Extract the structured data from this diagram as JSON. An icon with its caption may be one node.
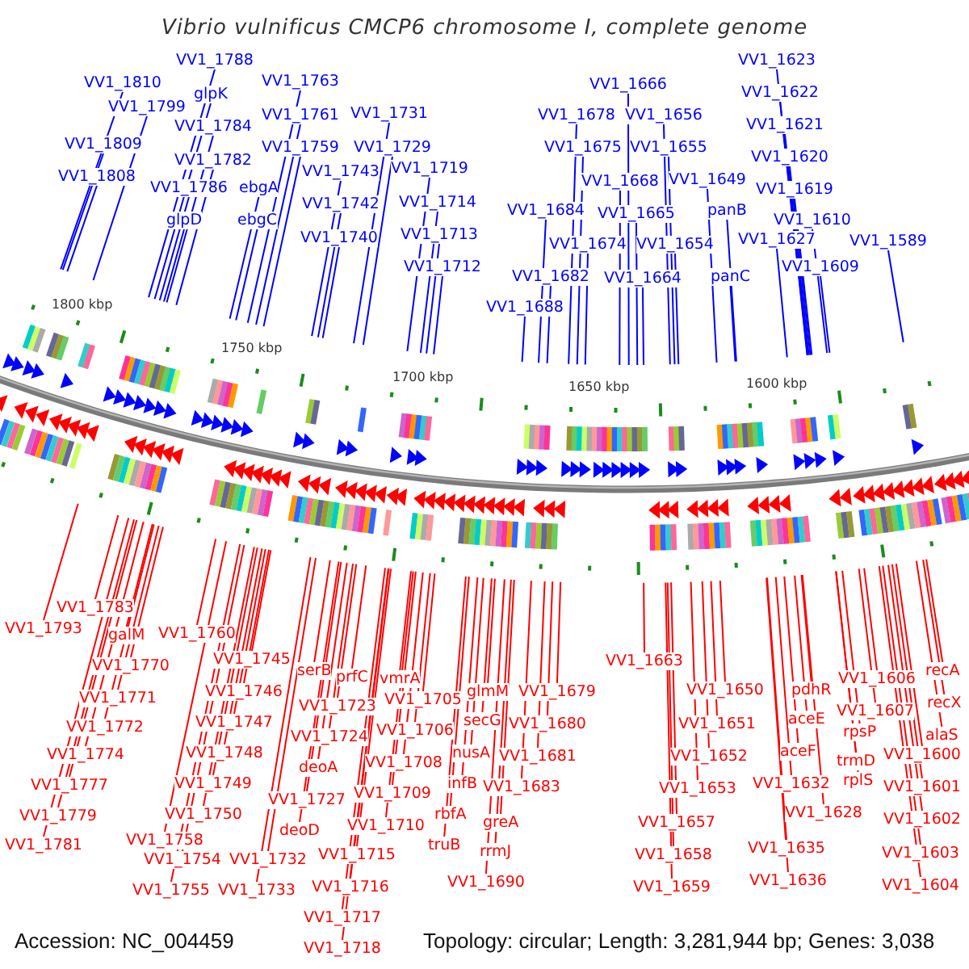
{
  "diagram": {
    "title": "Vibrio vulnificus CMCP6 chromosome I, complete genome",
    "nodes": [
      {
        "text": [
          "VV1_1788"
        ]
      },
      {
        "text": [
          "VV1_1810"
        ]
      },
      {
        "text": [
          "glpK"
        ]
      },
      {
        "text": [
          "VV1_1763"
        ]
      },
      {
        "text": [
          "VV1_1799"
        ]
      },
      {
        "text": [
          "VV1_1784"
        ]
      },
      {
        "text": [
          "VV1_1761"
        ]
      },
      {
        "text": [
          "VV1_1731"
        ]
      },
      {
        "text": [
          "VV1_1809"
        ]
      },
      {
        "text": [
          "VV1_1782"
        ]
      },
      {
        "text": [
          "VV1_1759"
        ]
      },
      {
        "text": [
          "VV1_1729"
        ]
      },
      {
        "text": [
          "VV1_1808"
        ]
      },
      {
        "text": [
          "VV1_1786"
        ]
      },
      {
        "text": [
          "ebgA"
        ]
      },
      {
        "text": [
          "VV1_1743"
        ]
      },
      {
        "text": [
          "VV1_1719"
        ]
      },
      {
        "text": [
          "glpD"
        ]
      },
      {
        "text": [
          "ebgC"
        ]
      },
      {
        "text": [
          "VV1_1742"
        ]
      },
      {
        "text": [
          "VV1_1714"
        ]
      },
      {
        "text": [
          "VV1_1740"
        ]
      },
      {
        "text": [
          "VV1_1713"
        ]
      },
      {
        "text": [
          "VV1_1712"
        ]
      },
      {
        "text": [
          "VV1_1623"
        ]
      },
      {
        "text": [
          "VV1_1666"
        ]
      },
      {
        "text": [
          "VV1_1622"
        ]
      },
      {
        "text": [
          "VV1_1678"
        ]
      },
      {
        "text": [
          "VV1_1656"
        ]
      },
      {
        "text": [
          "VV1_1621"
        ]
      },
      {
        "text": [
          "VV1_1675"
        ]
      },
      {
        "text": [
          "VV1_1655"
        ]
      },
      {
        "text": [
          "VV1_1620"
        ]
      },
      {
        "text": [
          "VV1_1668"
        ]
      },
      {
        "text": [
          "VV1_1649"
        ]
      },
      {
        "text": [
          "VV1_1619"
        ]
      },
      {
        "text": [
          "VV1_1684"
        ]
      },
      {
        "text": [
          "VV1_1665"
        ]
      },
      {
        "text": [
          "panB"
        ]
      },
      {
        "text": [
          "VV1_1610"
        ]
      },
      {
        "text": [
          "VV1_1627"
        ]
      },
      {
        "text": [
          "VV1_1589"
        ]
      },
      {
        "text": [
          "VV1_1674"
        ]
      },
      {
        "text": [
          "VV1_1654"
        ]
      },
      {
        "text": [
          "VV1_1682"
        ]
      },
      {
        "text": [
          "VV1_1664"
        ]
      },
      {
        "text": [
          "panC"
        ]
      },
      {
        "text": [
          "VV1_1609"
        ]
      },
      {
        "text": [
          "VV1_1688"
        ]
      },
      {
        "text": [
          "VV1_1783"
        ]
      },
      {
        "text": [
          "VV1_1793"
        ]
      },
      {
        "text": [
          "galM"
        ]
      },
      {
        "text": [
          "VV1_1760"
        ]
      },
      {
        "text": [
          "VV1_1770"
        ]
      },
      {
        "text": [
          "VV1_1745"
        ]
      },
      {
        "text": [
          "VV1_1771"
        ]
      },
      {
        "text": [
          "VV1_1746"
        ]
      },
      {
        "text": [
          "VV1_1772"
        ]
      },
      {
        "text": [
          "VV1_1747"
        ]
      },
      {
        "text": [
          "VV1_1774"
        ]
      },
      {
        "text": [
          "VV1_1748"
        ]
      },
      {
        "text": [
          "VV1_1777"
        ]
      },
      {
        "text": [
          "VV1_1749"
        ]
      },
      {
        "text": [
          "VV1_1779"
        ]
      },
      {
        "text": [
          "VV1_1750"
        ]
      },
      {
        "text": [
          "VV1_1781"
        ]
      },
      {
        "text": [
          "VV1_1758"
        ]
      },
      {
        "text": [
          "VV1_1754"
        ]
      },
      {
        "text": [
          "VV1_1732"
        ]
      },
      {
        "text": [
          "VV1_1755"
        ]
      },
      {
        "text": [
          "VV1_1733"
        ]
      },
      {
        "text": [
          "serB"
        ]
      },
      {
        "text": [
          "prfC"
        ]
      },
      {
        "text": [
          "vmrA"
        ]
      },
      {
        "text": [
          "VV1_1723"
        ]
      },
      {
        "text": [
          "VV1_1705"
        ]
      },
      {
        "text": [
          "glmM"
        ]
      },
      {
        "text": [
          "VV1_1679"
        ]
      },
      {
        "text": [
          "VV1_1724"
        ]
      },
      {
        "text": [
          "VV1_1706"
        ]
      },
      {
        "text": [
          "secG"
        ]
      },
      {
        "text": [
          "VV1_1680"
        ]
      },
      {
        "text": [
          "deoA"
        ]
      },
      {
        "text": [
          "nusA"
        ]
      },
      {
        "text": [
          "VV1_1681"
        ]
      },
      {
        "text": [
          "VV1_1708"
        ]
      },
      {
        "text": [
          "VV1_1727"
        ]
      },
      {
        "text": [
          "VV1_1709"
        ]
      },
      {
        "text": [
          "infB"
        ]
      },
      {
        "text": [
          "VV1_1683"
        ]
      },
      {
        "text": [
          "deoD"
        ]
      },
      {
        "text": [
          "rbfA"
        ]
      },
      {
        "text": [
          "VV1_1710"
        ]
      },
      {
        "text": [
          "greA"
        ]
      },
      {
        "text": [
          "VV1_1715"
        ]
      },
      {
        "text": [
          "truB"
        ]
      },
      {
        "text": [
          "rrmJ"
        ]
      },
      {
        "text": [
          "VV1_1716"
        ]
      },
      {
        "text": [
          "VV1_1690"
        ]
      },
      {
        "text": [
          "VV1_1717"
        ]
      },
      {
        "text": [
          "VV1_1718"
        ]
      },
      {
        "text": [
          "VV1_1663"
        ]
      },
      {
        "text": [
          "VV1_1606"
        ]
      },
      {
        "text": [
          "recA"
        ]
      },
      {
        "text": [
          "VV1_1650"
        ]
      },
      {
        "text": [
          "pdhR"
        ]
      },
      {
        "text": [
          "VV1_1607"
        ]
      },
      {
        "text": [
          "recX"
        ]
      },
      {
        "text": [
          "aceE"
        ]
      },
      {
        "text": [
          "VV1_1651"
        ]
      },
      {
        "text": [
          "rpsP"
        ]
      },
      {
        "text": [
          "alaS"
        ]
      },
      {
        "text": [
          "VV1_1652"
        ]
      },
      {
        "text": [
          "aceF"
        ]
      },
      {
        "text": [
          "VV1_1600"
        ]
      },
      {
        "text": [
          "trmD"
        ]
      },
      {
        "text": [
          "rplS"
        ]
      },
      {
        "text": [
          "VV1_1653"
        ]
      },
      {
        "text": [
          "VV1_1632"
        ]
      },
      {
        "text": [
          "VV1_1601"
        ]
      },
      {
        "text": [
          "VV1_1657"
        ]
      },
      {
        "text": [
          "VV1_1628"
        ]
      },
      {
        "text": [
          "VV1_1602"
        ]
      },
      {
        "text": [
          "VV1_1658"
        ]
      },
      {
        "text": [
          "VV1_1635"
        ]
      },
      {
        "text": [
          "VV1_1603"
        ]
      },
      {
        "text": [
          "VV1_1659"
        ]
      },
      {
        "text": [
          "VV1_1636"
        ]
      },
      {
        "text": [
          "VV1_1604"
        ]
      }
    ],
    "edges": [
      {
        "from": 0,
        "to": null,
        "arrow": "none",
        "color": "#0000ff"
      },
      {
        "from": 1,
        "to": null,
        "arrow": "none",
        "color": "#0000ff"
      },
      {
        "from": 2,
        "to": null,
        "arrow": "none",
        "color": "#0000ff"
      },
      {
        "from": 3,
        "to": null,
        "arrow": "none",
        "color": "#0000ff"
      },
      {
        "from": 4,
        "to": null,
        "arrow": "none",
        "color": "#0000ff"
      },
      {
        "from": 5,
        "to": null,
        "arrow": "none",
        "color": "#0000ff"
      },
      {
        "from": 6,
        "to": null,
        "arrow": "none",
        "color": "#0000ff"
      },
      {
        "from": 7,
        "to": null,
        "arrow": "none",
        "color": "#0000ff"
      },
      {
        "from": 8,
        "to": null,
        "arrow": "none",
        "color": "#0000ff"
      },
      {
        "from": 9,
        "to": null,
        "arrow": "none",
        "color": "#0000ff"
      },
      {
        "from": 10,
        "to": null,
        "arrow": "none",
        "color": "#0000ff"
      },
      {
        "from": 11,
        "to": null,
        "arrow": "none",
        "color": "#0000ff"
      },
      {
        "from": 12,
        "to": null,
        "arrow": "none",
        "color": "#0000ff"
      },
      {
        "from": 13,
        "to": null,
        "arrow": "none",
        "color": "#0000ff"
      },
      {
        "from": 14,
        "to": null,
        "arrow": "none",
        "color": "#0000ff"
      },
      {
        "from": 15,
        "to": null,
        "arrow": "none",
        "color": "#0000ff"
      },
      {
        "from": 16,
        "to": null,
        "arrow": "none",
        "color": "#0000ff"
      },
      {
        "from": 17,
        "to": null,
        "arrow": "none",
        "color": "#0000ff"
      },
      {
        "from": 18,
        "to": null,
        "arrow": "none",
        "color": "#0000ff"
      },
      {
        "from": 19,
        "to": null,
        "arrow": "none",
        "color": "#0000ff"
      },
      {
        "from": 20,
        "to": null,
        "arrow": "none",
        "color": "#0000ff"
      },
      {
        "from": 21,
        "to": null,
        "arrow": "none",
        "color": "#0000ff"
      },
      {
        "from": 22,
        "to": null,
        "arrow": "none",
        "color": "#0000ff"
      },
      {
        "from": 23,
        "to": null,
        "arrow": "none",
        "color": "#0000ff"
      },
      {
        "from": 24,
        "to": null,
        "arrow": "none",
        "color": "#0000ff"
      },
      {
        "from": 25,
        "to": null,
        "arrow": "none",
        "color": "#0000ff"
      },
      {
        "from": 26,
        "to": null,
        "arrow": "none",
        "color": "#0000ff"
      },
      {
        "from": 27,
        "to": null,
        "arrow": "none",
        "color": "#0000ff"
      },
      {
        "from": 28,
        "to": null,
        "arrow": "none",
        "color": "#0000ff"
      },
      {
        "from": 29,
        "to": null,
        "arrow": "none",
        "color": "#0000ff"
      },
      {
        "from": 30,
        "to": null,
        "arrow": "none",
        "color": "#0000ff"
      },
      {
        "from": 31,
        "to": null,
        "arrow": "none",
        "color": "#0000ff"
      },
      {
        "from": 32,
        "to": null,
        "arrow": "none",
        "color": "#0000ff"
      },
      {
        "from": 33,
        "to": null,
        "arrow": "none",
        "color": "#0000ff"
      },
      {
        "from": 34,
        "to": null,
        "arrow": "none",
        "color": "#0000ff"
      },
      {
        "from": 35,
        "to": null,
        "arrow": "none",
        "color": "#0000ff"
      },
      {
        "from": 36,
        "to": null,
        "arrow": "none",
        "color": "#0000ff"
      },
      {
        "from": 37,
        "to": null,
        "arrow": "none",
        "color": "#0000ff"
      },
      {
        "from": 38,
        "to": null,
        "arrow": "none",
        "color": "#0000ff"
      },
      {
        "from": 39,
        "to": null,
        "arrow": "none",
        "color": "#0000ff"
      },
      {
        "from": 40,
        "to": null,
        "arrow": "none",
        "color": "#0000ff"
      },
      {
        "from": 41,
        "to": null,
        "arrow": "none",
        "color": "#0000ff"
      },
      {
        "from": 42,
        "to": null,
        "arrow": "none",
        "color": "#0000ff"
      },
      {
        "from": 43,
        "to": null,
        "arrow": "none",
        "color": "#0000ff"
      },
      {
        "from": 44,
        "to": null,
        "arrow": "none",
        "color": "#0000ff"
      },
      {
        "from": 45,
        "to": null,
        "arrow": "none",
        "color": "#0000ff"
      },
      {
        "from": 46,
        "to": null,
        "arrow": "none",
        "color": "#0000ff"
      },
      {
        "from": 47,
        "to": null,
        "arrow": "none",
        "color": "#0000ff"
      },
      {
        "from": 48,
        "to": null,
        "arrow": "none",
        "color": "#0000ff"
      },
      {
        "from": 49,
        "to": null,
        "arrow": "none"
      },
      {
        "from": 50,
        "to": null,
        "arrow": "none"
      },
      {
        "from": 51,
        "to": null,
        "arrow": "none"
      },
      {
        "from": 52,
        "to": null,
        "arrow": "none"
      },
      {
        "from": 53,
        "to": null,
        "arrow": "none"
      },
      {
        "from": 54,
        "to": null,
        "arrow": "none"
      },
      {
        "from": 55,
        "to": null,
        "arrow": "none"
      },
      {
        "from": 56,
        "to": null,
        "arrow": "none"
      },
      {
        "from": 57,
        "to": null,
        "arrow": "none"
      },
      {
        "from": 58,
        "to": null,
        "arrow": "none"
      },
      {
        "from": 59,
        "to": null,
        "arrow": "none"
      },
      {
        "from": 60,
        "to": null,
        "arrow": "none"
      },
      {
        "from": 61,
        "to": null,
        "arrow": "none"
      },
      {
        "from": 62,
        "to": null,
        "arrow": "none"
      },
      {
        "from": 63,
        "to": null,
        "arrow": "none"
      },
      {
        "from": 64,
        "to": null,
        "arrow": "none"
      },
      {
        "from": 65,
        "to": null,
        "arrow": "none"
      },
      {
        "from": 66,
        "to": null,
        "arrow": "none"
      },
      {
        "from": 67,
        "to": null,
        "arrow": "none"
      },
      {
        "from": 68,
        "to": null,
        "arrow": "none"
      },
      {
        "from": 69,
        "to": null,
        "arrow": "none"
      },
      {
        "from": 70,
        "to": null,
        "arrow": "none"
      },
      {
        "from": 71,
        "to": null,
        "arrow": "none"
      },
      {
        "from": 72,
        "to": null,
        "arrow": "none"
      },
      {
        "from": 73,
        "to": null,
        "arrow": "none"
      },
      {
        "from": 74,
        "to": null,
        "arrow": "none"
      },
      {
        "from": 75,
        "to": null,
        "arrow": "none"
      },
      {
        "from": 76,
        "to": null,
        "arrow": "none"
      },
      {
        "from": 77,
        "to": null,
        "arrow": "none"
      },
      {
        "from": 78,
        "to": null,
        "arrow": "none"
      },
      {
        "from": 79,
        "to": null,
        "arrow": "none"
      },
      {
        "from": 80,
        "to": null,
        "arrow": "none"
      },
      {
        "from": 81,
        "to": null,
        "arrow": "none"
      },
      {
        "from": 82,
        "to": null,
        "arrow": "none"
      },
      {
        "from": 83,
        "to": null,
        "arrow": "none"
      },
      {
        "from": 84,
        "to": null,
        "arrow": "none"
      },
      {
        "from": 85,
        "to": null,
        "arrow": "none"
      },
      {
        "from": 86,
        "to": null,
        "arrow": "none"
      },
      {
        "from": 87,
        "to": null,
        "arrow": "none"
      },
      {
        "from": 88,
        "to": null,
        "arrow": "none"
      },
      {
        "from": 89,
        "to": null,
        "arrow": "none"
      },
      {
        "from": 90,
        "to": null,
        "arrow": "none"
      },
      {
        "from": 91,
        "to": null,
        "arrow": "none"
      },
      {
        "from": 92,
        "to": null,
        "arrow": "none"
      },
      {
        "from": 93,
        "to": null,
        "arrow": "none"
      },
      {
        "from": 94,
        "to": null,
        "arrow": "none"
      },
      {
        "from": 95,
        "to": null,
        "arrow": "none"
      },
      {
        "from": 96,
        "to": null,
        "arrow": "none"
      },
      {
        "from": 97,
        "to": null,
        "arrow": "none"
      },
      {
        "from": 98,
        "to": null,
        "arrow": "none"
      },
      {
        "from": 99,
        "to": null,
        "arrow": "none"
      },
      {
        "from": 100,
        "to": null,
        "arrow": "none"
      },
      {
        "from": 101,
        "to": null,
        "arrow": "none"
      },
      {
        "from": 102,
        "to": null,
        "arrow": "none"
      },
      {
        "from": 103,
        "to": null,
        "arrow": "none"
      },
      {
        "from": 104,
        "to": null,
        "arrow": "none"
      },
      {
        "from": 105,
        "to": null,
        "arrow": "none"
      },
      {
        "from": 106,
        "to": null,
        "arrow": "none"
      },
      {
        "from": 107,
        "to": null,
        "arrow": "none"
      },
      {
        "from": 108,
        "to": null,
        "arrow": "none"
      },
      {
        "from": 109,
        "to": null,
        "arrow": "none"
      },
      {
        "from": 110,
        "to": null,
        "arrow": "none"
      },
      {
        "from": 111,
        "to": null,
        "arrow": "none"
      },
      {
        "from": 112,
        "to": null,
        "arrow": "none"
      },
      {
        "from": 113,
        "to": null,
        "arrow": "none"
      },
      {
        "from": 114,
        "to": null,
        "arrow": "none"
      },
      {
        "from": 115,
        "to": null,
        "arrow": "none"
      },
      {
        "from": 116,
        "to": null,
        "arrow": "none"
      },
      {
        "from": 117,
        "to": null,
        "arrow": "none"
      },
      {
        "from": 118,
        "to": null,
        "arrow": "none"
      },
      {
        "from": 119,
        "to": null,
        "arrow": "none"
      },
      {
        "from": 120,
        "to": null,
        "arrow": "none"
      },
      {
        "from": 121,
        "to": null,
        "arrow": "none"
      },
      {
        "from": 122,
        "to": null,
        "arrow": "none"
      },
      {
        "from": 123,
        "to": null,
        "arrow": "none"
      },
      {
        "from": 124,
        "to": null,
        "arrow": "none"
      },
      {
        "from": 125,
        "to": null,
        "arrow": "none"
      },
      {
        "from": 126,
        "to": null,
        "arrow": "none"
      },
      {
        "from": 127,
        "to": null,
        "arrow": "none"
      },
      {
        "from": 128,
        "to": null,
        "arrow": "none"
      }
    ],
    "labels": [
      "1800 kbp",
      "1750 kbp",
      "1700 kbp",
      "1650 kbp",
      "1600 kbp",
      "Accession: NC_004459",
      "Topology: circular; Length: 3,281,944 bp; Genes: 3,038"
    ]
  }
}
